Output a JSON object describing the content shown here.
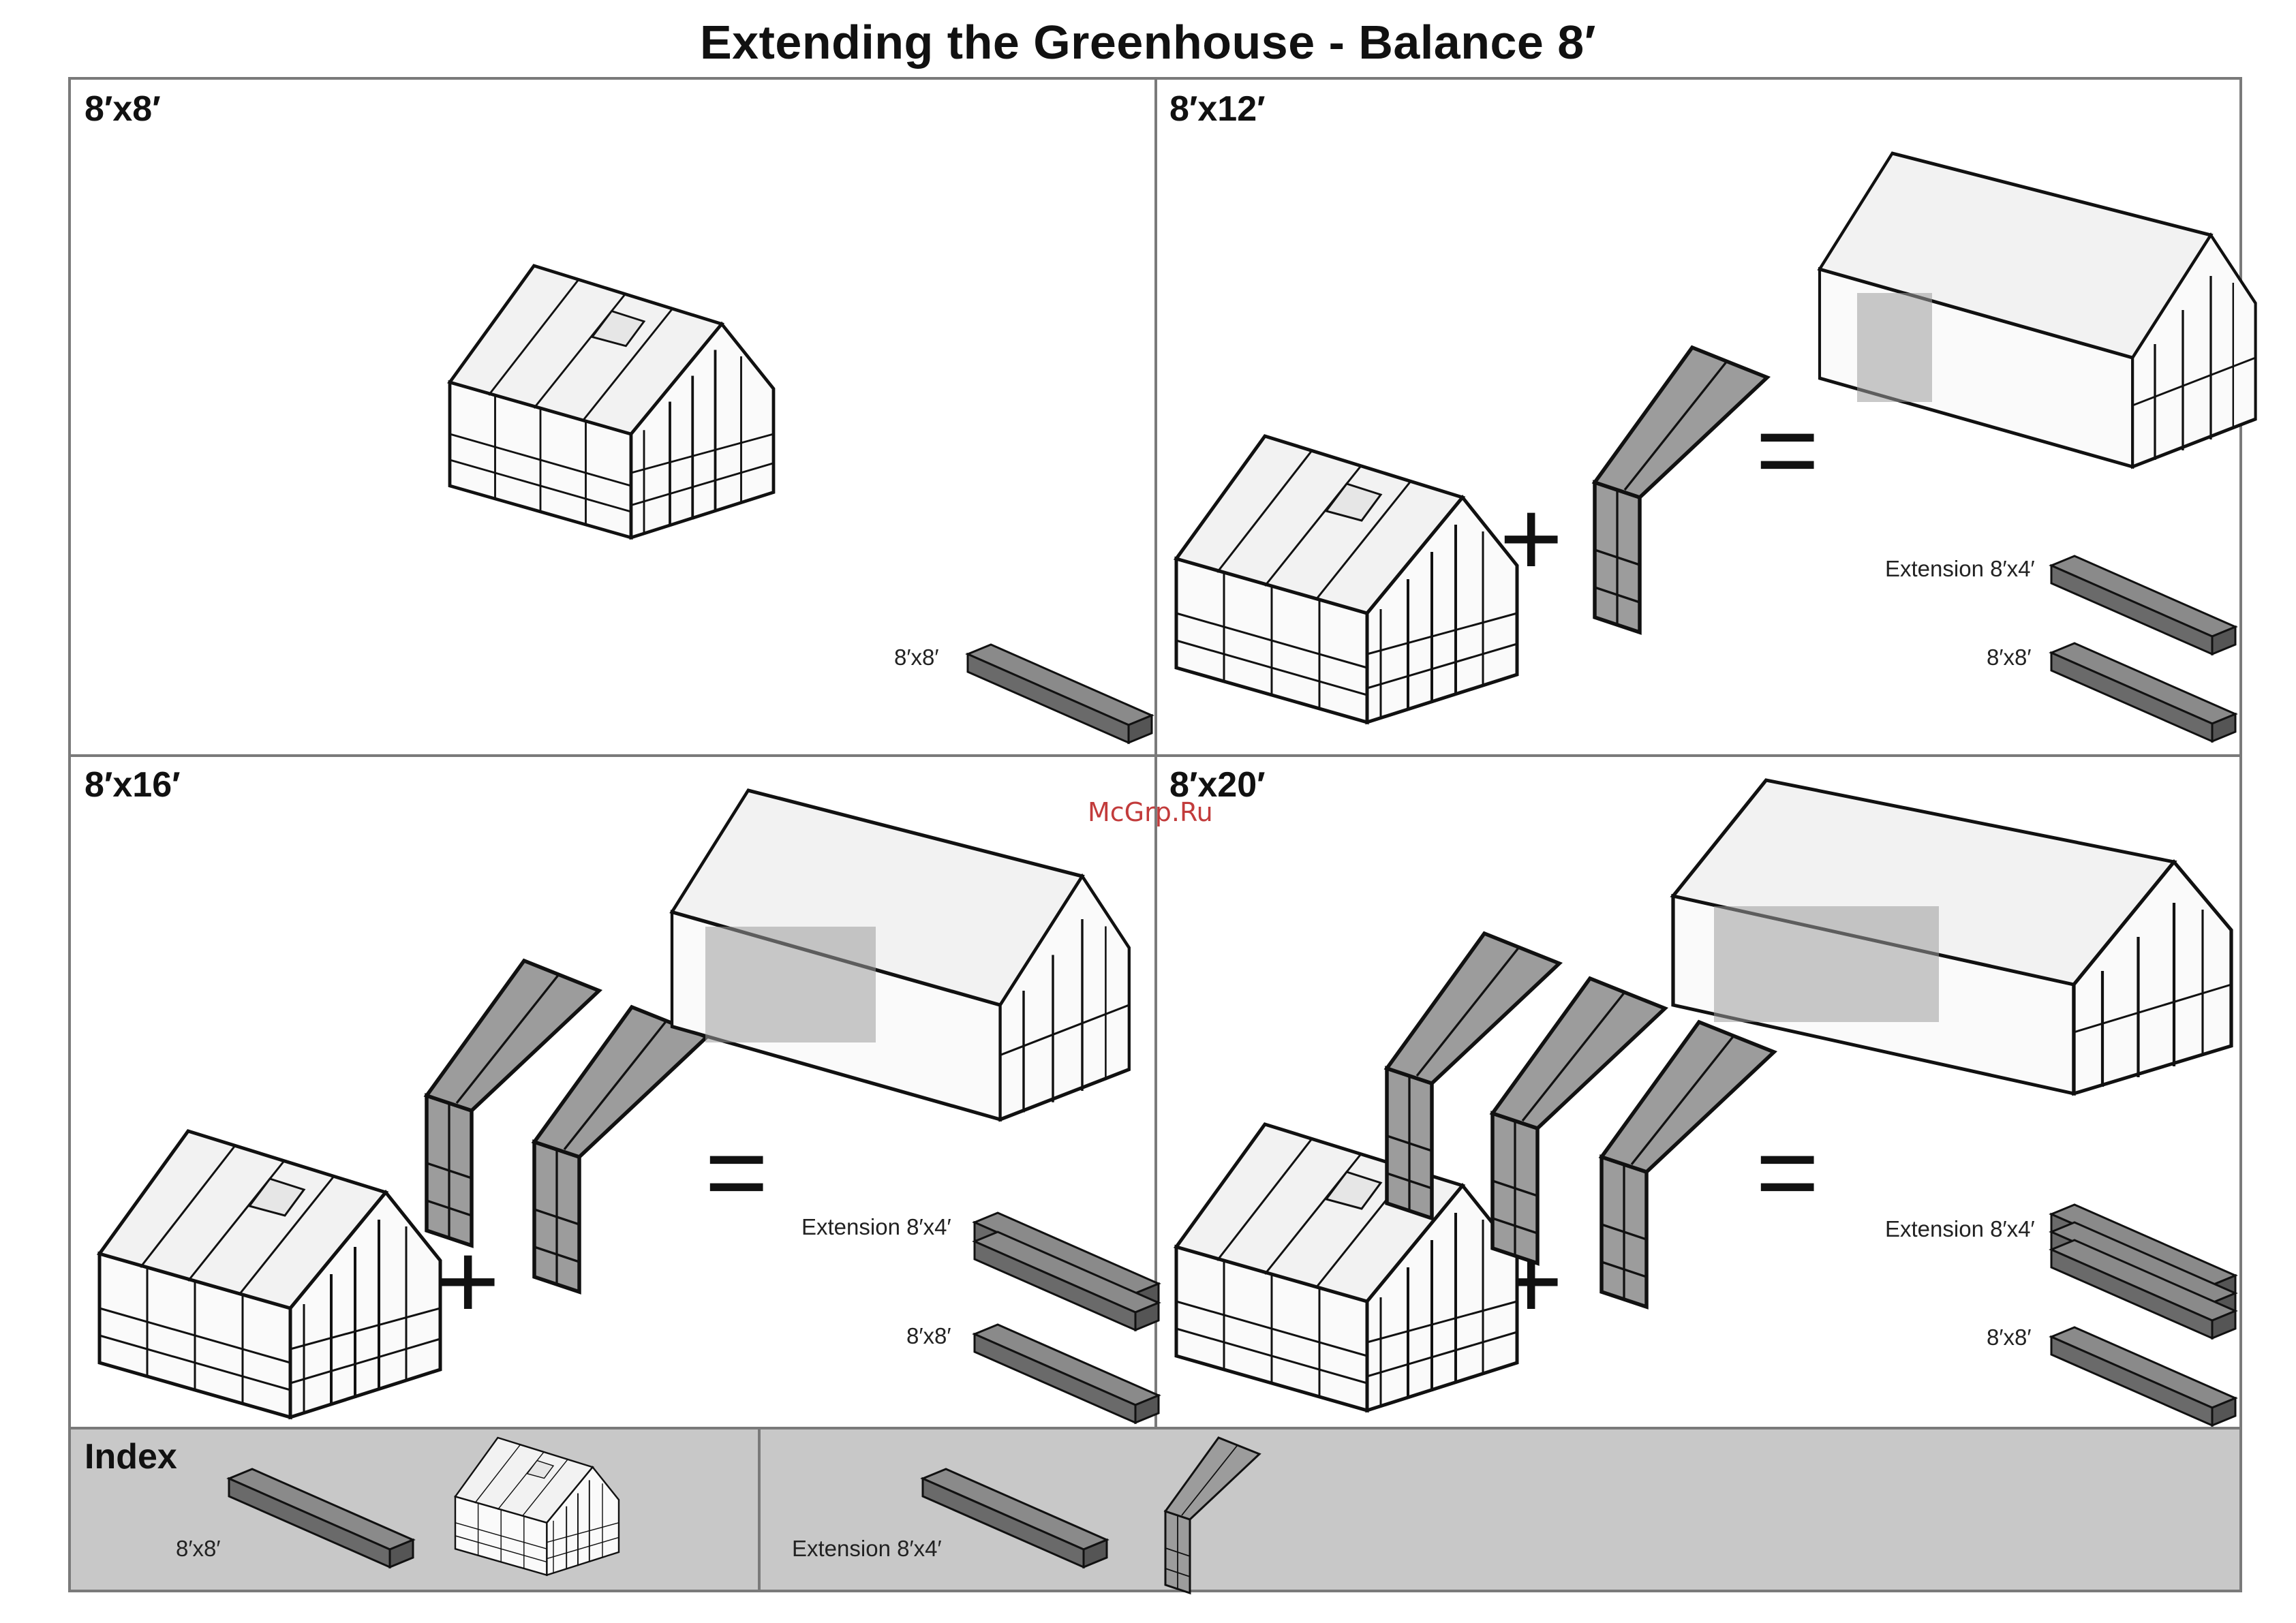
{
  "title": "Extending the Greenhouse - Balance 8′",
  "panels": {
    "p1": {
      "label": "8′x8′",
      "caption_base": "8′x8′"
    },
    "p2": {
      "label": "8′x12′",
      "caption_ext": "Extension 8′x4′",
      "caption_base": "8′x8′"
    },
    "p3": {
      "label": "8′x16′",
      "caption_ext": "Extension 8′x4′",
      "caption_base": "8′x8′"
    },
    "p4": {
      "label": "8′x20′",
      "caption_ext": "Extension 8′x4′",
      "caption_base": "8′x8′"
    }
  },
  "operators": {
    "plus": "+",
    "equals": "="
  },
  "index": {
    "label": "Index",
    "base_caption": "8′x8′",
    "ext_caption": "Extension 8′x4′"
  },
  "watermark": "McGrp.Ru",
  "colors": {
    "frame": "#7a7a7a",
    "index_bg": "#c8c8c8",
    "box_fill": "#707070",
    "ext_fill": "#9c9c9c",
    "roof_fill": "#f2f2f2"
  }
}
